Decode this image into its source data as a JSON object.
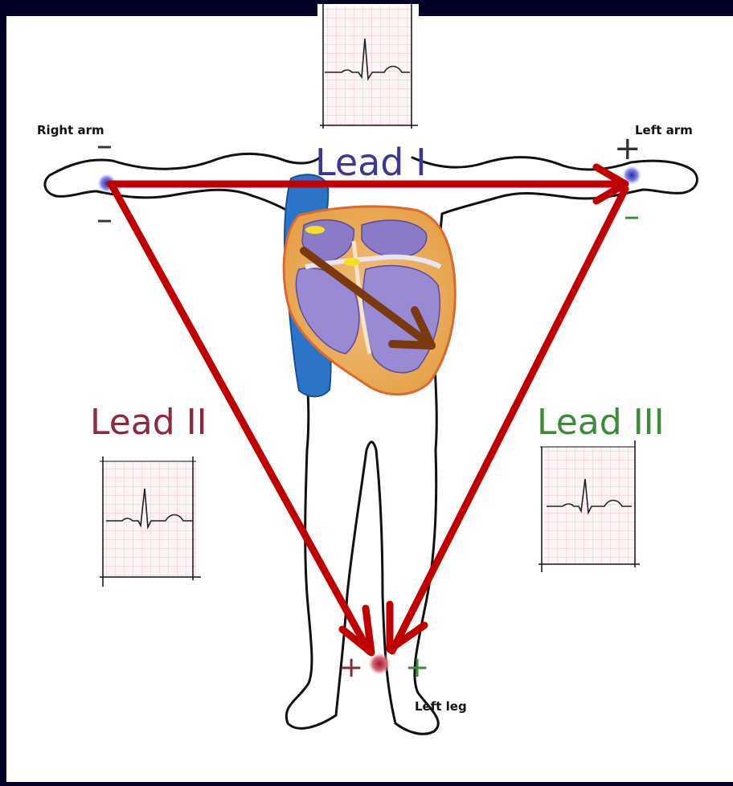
{
  "labels": {
    "right_arm": "Right arm",
    "left_arm": "Left arm",
    "left_leg": "Left leg",
    "lead_1": "Lead I",
    "lead_2": "Lead II",
    "lead_3": "Lead III"
  },
  "polarity": {
    "right_arm_top": "–",
    "right_arm_bottom": "–",
    "left_arm_top": "+",
    "left_arm_bottom": "–",
    "left_leg_left": "+",
    "left_leg_right": "+"
  },
  "colors": {
    "background": "#00002a",
    "triangle": "#c00000",
    "heart_axis": "#7a3a10",
    "lead_1": "#3a3890",
    "lead_2": "#8a2a3a",
    "lead_3": "#3f8a3a",
    "ecg_grid": "#f3c2cc",
    "electrode_arm": "#5560c8",
    "electrode_leg": "#c03040"
  },
  "icons": {
    "ecg_strip": "ecg-strip-icon",
    "heart": "heart-icon",
    "electrode": "electrode-icon"
  }
}
